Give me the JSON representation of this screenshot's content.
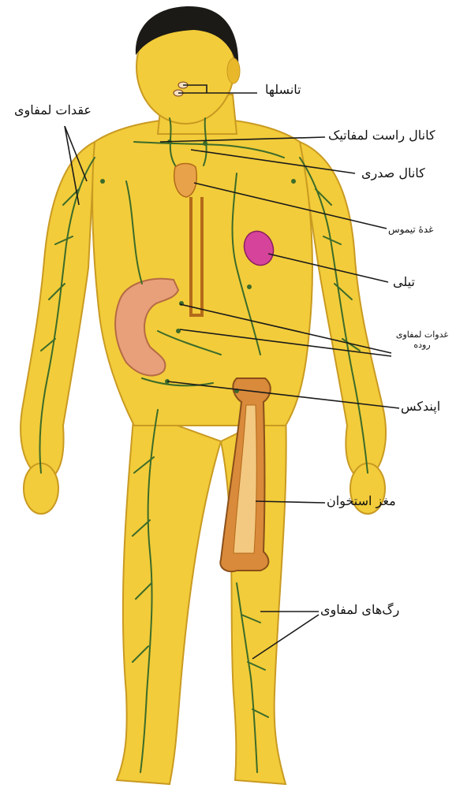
{
  "labels": {
    "tonsils": "تانسلها",
    "lymph_nodes": "عقدات لمفاوی",
    "right_lymph_duct": "کانال راست لمفاتیک",
    "thoracic_duct": "کانال صدری",
    "thymus": "غدهٔ تیموس",
    "spleen": "تیلی",
    "intestinal_lymph_line1": "غدوات لمفاوی",
    "intestinal_lymph_line2": "روده",
    "appendix": "اپندکس",
    "bone_marrow": "مغز استخوان",
    "lymph_vessels": "رگ‌های لمفاوی"
  },
  "colors": {
    "skin": "#f2cc3a",
    "skin_shadow": "#d9a92a",
    "hair": "#1c1a16",
    "lymph": "#3c6b2a",
    "thymus": "#e8a24a",
    "spleen": "#d6439a",
    "intestine": "#e8a07a",
    "bone": "#d98a3a",
    "leader": "#1a1a1a"
  }
}
